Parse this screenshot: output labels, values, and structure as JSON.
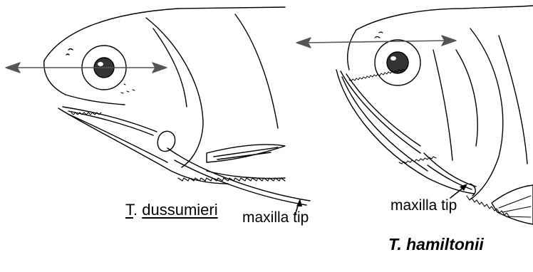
{
  "figure": {
    "left_species": {
      "genus_abbrev": "T",
      "separator": ". ",
      "epithet": "dussumieri"
    },
    "left_maxilla_label": "maxilla tip",
    "right_maxilla_label": "maxilla tip",
    "right_species": "T. hamiltonii"
  },
  "colors": {
    "ink": "#000000",
    "eye_pupil": "#333333",
    "arrow": "#555555",
    "background": "#ffffff"
  }
}
